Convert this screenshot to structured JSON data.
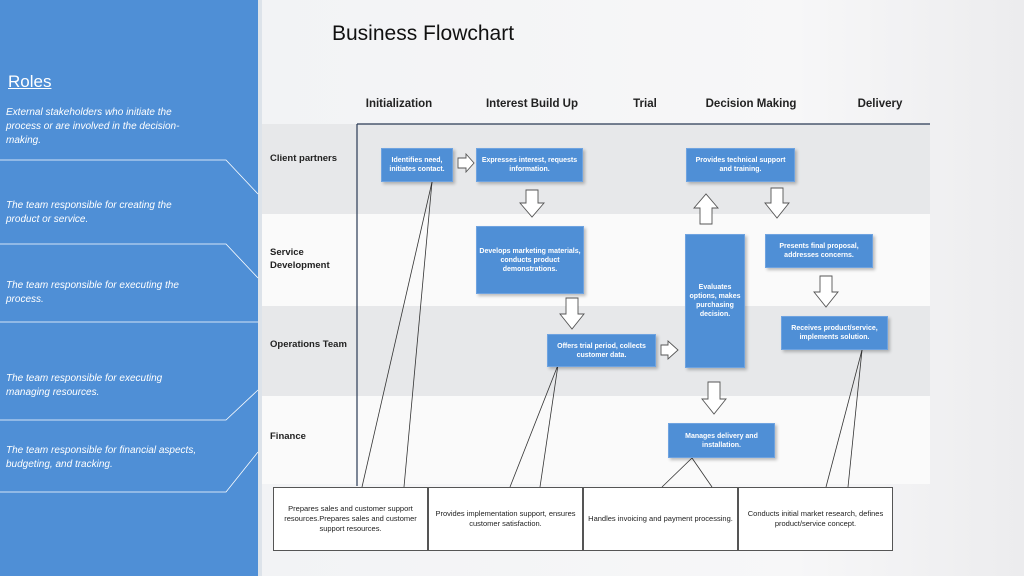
{
  "title": "Business Flowchart",
  "roles": {
    "title": "Roles",
    "descriptions": [
      "External stakeholders who initiate the process or are involved in the decision-making.",
      "The team responsible for creating the product or service.",
      "The team responsible for executing the process.",
      " The team responsible for executing managing resources.",
      "The team responsible for financial aspects, budgeting, and tracking."
    ]
  },
  "phases": [
    "Initialization",
    "Interest Build Up",
    "Trial",
    "Decision Making",
    "Delivery"
  ],
  "lanes": [
    "Client partners",
    "Service Development",
    "Operations Team",
    "Finance"
  ],
  "steps": {
    "identifies_need": "Identifies need, initiates contact.",
    "expresses_interest": "Expresses interest, requests information.",
    "technical_support": "Provides technical support and training.",
    "develops_marketing": "Develops marketing materials, conducts product demonstrations.",
    "evaluates_options": "Evaluates options, makes purchasing decision.",
    "final_proposal": "Presents final proposal, addresses concerns.",
    "trial_period": "Offers trial period, collects customer data.",
    "receives_product": "Receives product/service, implements solution.",
    "manages_delivery": "Manages delivery and installation."
  },
  "notes": [
    "Prepares sales and customer support resources.Prepares sales and customer support resources.",
    "Provides implementation support, ensures customer satisfaction.",
    "Handles invoicing and payment processing.",
    "Conducts initial market research, defines product/service concept."
  ],
  "colors": {
    "sidebar": "#4f8fd6",
    "box": "#4f8fd6",
    "band_gray": "#e7e8ea"
  }
}
